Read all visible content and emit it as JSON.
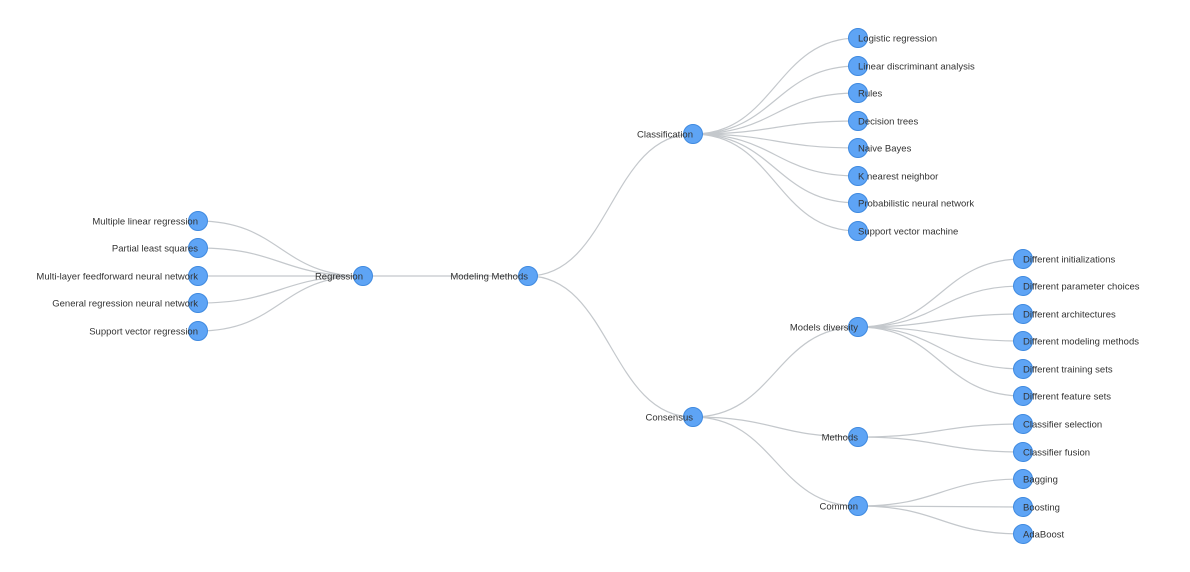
{
  "tree": {
    "root": {
      "label": "Modeling Methods",
      "children": [
        {
          "label": "Regression",
          "side": "left",
          "children": [
            {
              "label": "Multiple linear regression"
            },
            {
              "label": "Partial least squares"
            },
            {
              "label": "Multi-layer feedforward neural network"
            },
            {
              "label": "General regression neural network"
            },
            {
              "label": "Support vector regression"
            }
          ]
        },
        {
          "label": "Classification",
          "side": "right",
          "children": [
            {
              "label": "Logistic regression"
            },
            {
              "label": "Linear discriminant analysis"
            },
            {
              "label": "Rules"
            },
            {
              "label": "Decision trees"
            },
            {
              "label": "Naive Bayes"
            },
            {
              "label": "K nearest neighbor"
            },
            {
              "label": "Probabilistic neural network"
            },
            {
              "label": "Support vector machine"
            }
          ]
        },
        {
          "label": "Consensus",
          "side": "right",
          "children": [
            {
              "label": "Models diversity",
              "children": [
                {
                  "label": "Different initializations"
                },
                {
                  "label": "Different parameter choices"
                },
                {
                  "label": "Different architectures"
                },
                {
                  "label": "Different modeling methods"
                },
                {
                  "label": "Different training sets"
                },
                {
                  "label": "Different feature sets"
                }
              ]
            },
            {
              "label": "Methods",
              "children": [
                {
                  "label": "Classifier selection"
                },
                {
                  "label": "Classifier fusion"
                }
              ]
            },
            {
              "label": "Common",
              "children": [
                {
                  "label": "Bagging"
                },
                {
                  "label": "Boosting"
                },
                {
                  "label": "AdaBoost"
                }
              ]
            }
          ]
        }
      ]
    }
  },
  "colors": {
    "node_fill": "#5ea4f5",
    "node_stroke": "#3f8ae0",
    "link": "#c4c8cc",
    "label": "#333333"
  }
}
